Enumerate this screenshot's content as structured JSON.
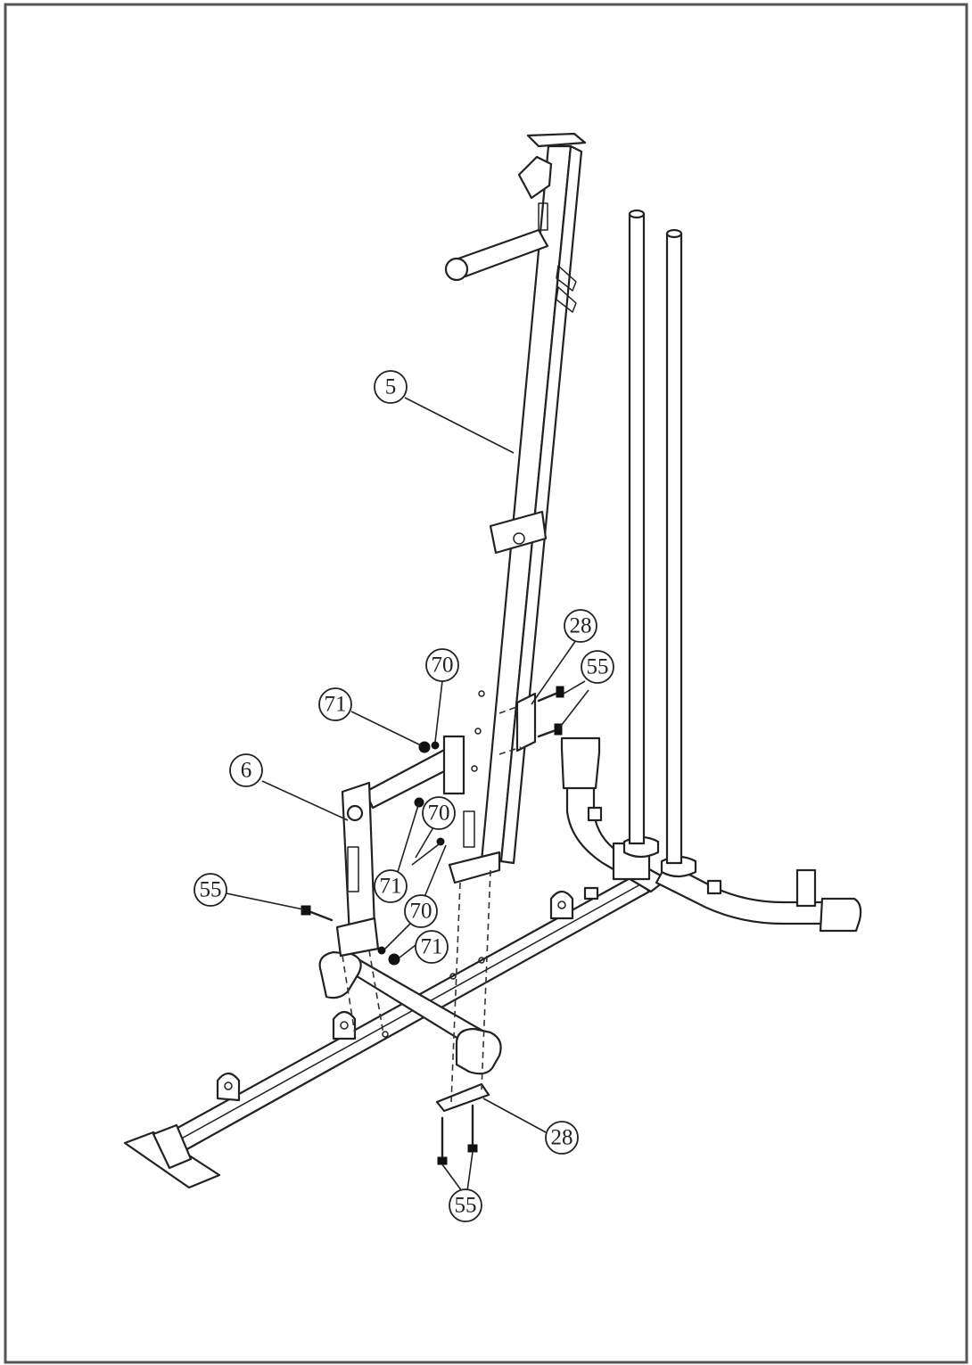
{
  "callouts": {
    "c5": "5",
    "c28_top": "28",
    "c55_top": "55",
    "c70_top": "70",
    "c71_top": "71",
    "c6": "6",
    "c70_mid": "70",
    "c71_mid": "71",
    "c55_left": "55",
    "c70_low": "70",
    "c71_low": "71",
    "c28_bottom": "28",
    "c55_bottom": "55"
  }
}
